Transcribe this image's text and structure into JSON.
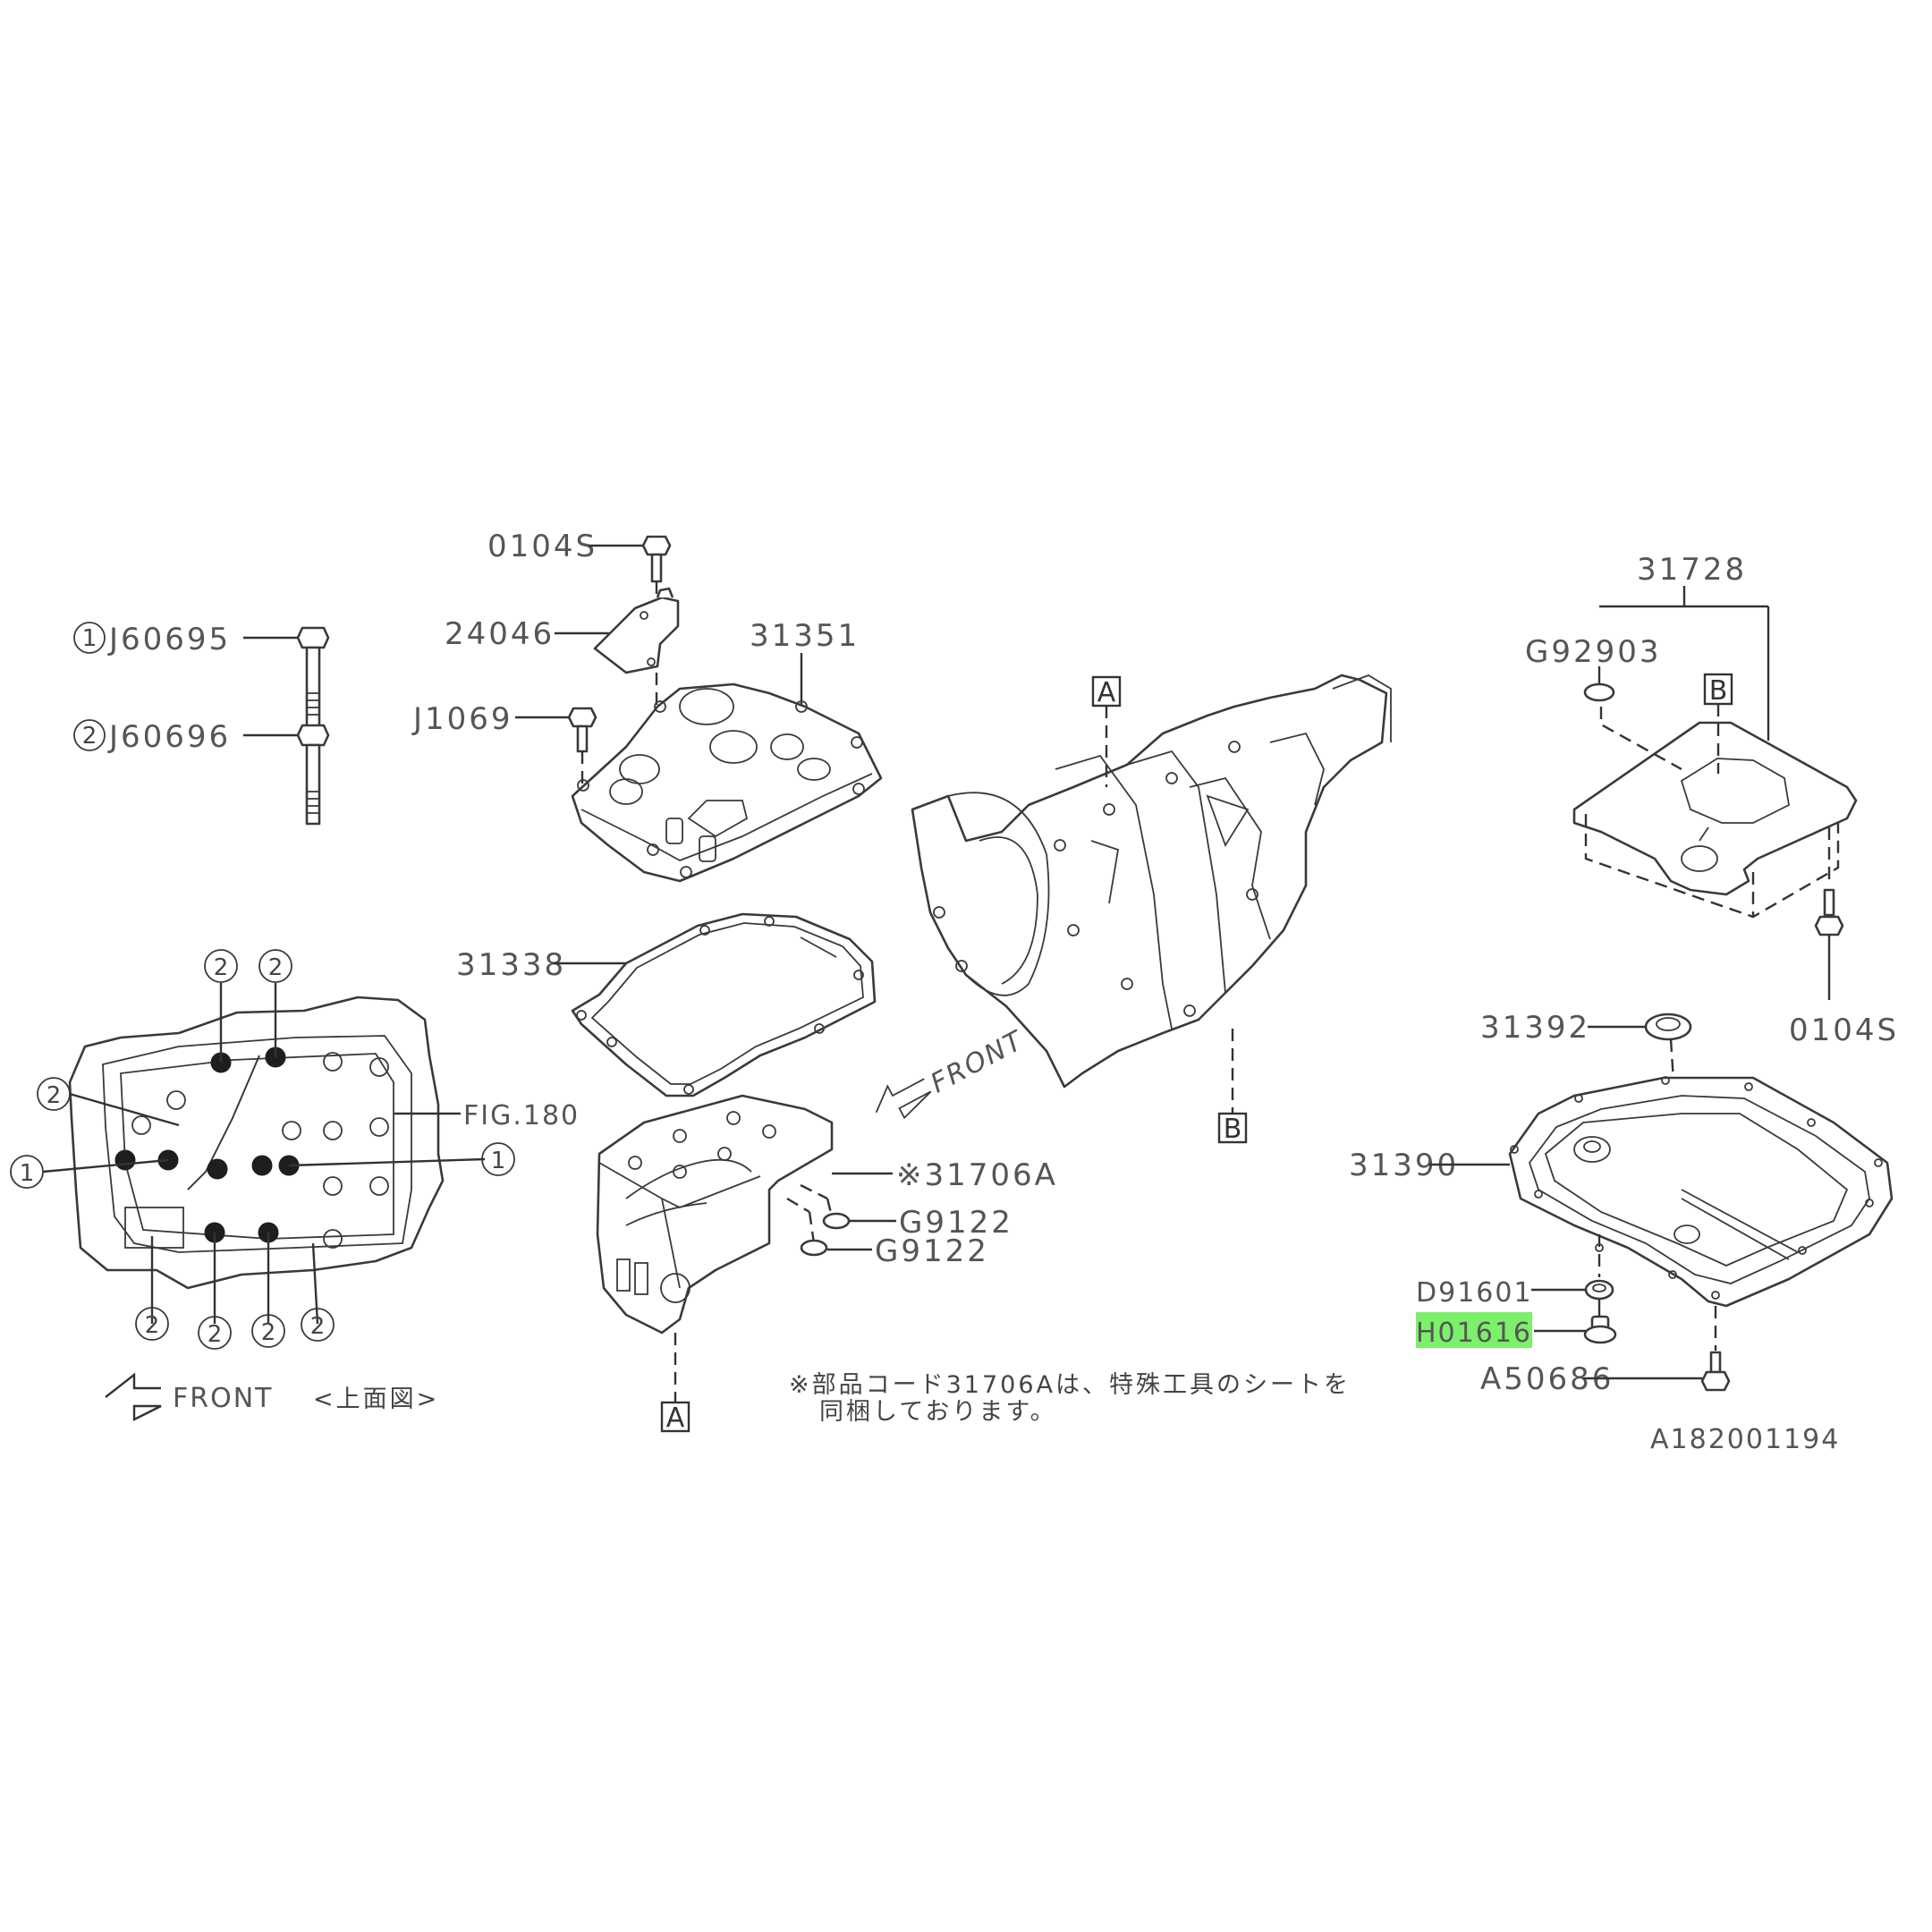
{
  "diagram": {
    "id_code": "A182001194",
    "highlight_color": "#7cf06b",
    "highlighted_part": "H01616",
    "legend": [
      {
        "marker": "1",
        "part": "J60695"
      },
      {
        "marker": "2",
        "part": "J60696"
      }
    ],
    "valve_cover_group": {
      "bolt_top": "0104S",
      "bracket": "24046",
      "cover_bolt": "J1069",
      "cover": "31351",
      "gasket": "31338"
    },
    "top_view": {
      "ref_label": "FIG.180",
      "markers_2_top": [
        "2",
        "2"
      ],
      "marker_2_left": "2",
      "marker_1_left": "1",
      "marker_1_right": "1",
      "markers_2_bottom": [
        "2",
        "2",
        "2",
        "2"
      ],
      "front_label": "FRONT",
      "view_label": "<上面図>"
    },
    "valve_body_group": {
      "valve_body": "※31706A",
      "seal_1": "G9122",
      "seal_2": "G9122",
      "ref_box": "A"
    },
    "transmission": {
      "ref_box_top": "A",
      "ref_box_bottom": "B",
      "front_label": "FRONT"
    },
    "oil_strainer_group": {
      "assembly": "31728",
      "o_ring": "G92903",
      "ref_box": "B",
      "bolt": "0104S"
    },
    "oil_pan_group": {
      "magnet": "31392",
      "pan": "31390",
      "gasket": "D91601",
      "drain_plug": "H01616",
      "pan_bolt": "A50686"
    },
    "note": {
      "line1": "※部品コード31706Aは、特殊工具のシートを",
      "line2": "同梱しております。"
    }
  }
}
